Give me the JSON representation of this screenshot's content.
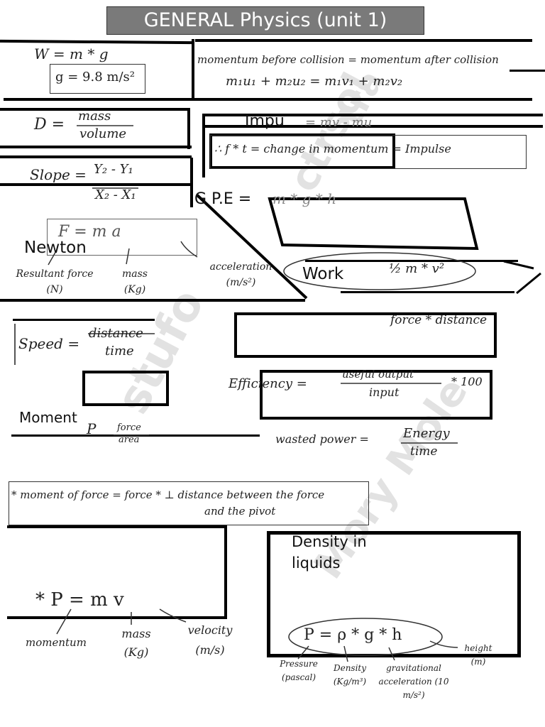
{
  "page": {
    "title": "GENERAL Physics (unit 1)"
  },
  "watermark": [
    "stufo",
    "ctrsol",
    "Mory Mole",
    "tra"
  ],
  "sections": {
    "weight": {
      "formula": "W = m * g",
      "g_value": "g = 9.8 m/s²"
    },
    "momentum_conservation": {
      "statement": "momentum before collision = momentum after collision",
      "formula": "m₁u₁ + m₂u₂ = m₁v₁ + m₂v₂"
    },
    "density": {
      "lhs": "D =",
      "numerator": "mass",
      "denominator": "volume"
    },
    "impulse": {
      "heading": "Impu",
      "formula": "= mv - mu",
      "statement": "∴ f * t = change in momentum = Impulse"
    },
    "slope": {
      "lhs": "Slope =",
      "numerator": "Y₂ - Y₁",
      "denominator": "X₂ - X₁"
    },
    "gpe": {
      "heading": "G P.E =",
      "formula": "m * g * h"
    },
    "newton": {
      "heading": "Newton",
      "formula": "F = m a",
      "labels": [
        "Resultant force (N)",
        "mass (Kg)",
        "acceleration (m/s²)"
      ]
    },
    "work": {
      "heading": "Work",
      "ke_formula": "½ m * v²",
      "work_formula": "force * distance"
    },
    "speed": {
      "lhs": "Speed =",
      "numerator": "distance",
      "denominator": "time"
    },
    "efficiency": {
      "lhs": "Efficiency =",
      "numerator": "useful output",
      "denominator": "input",
      "suffix": "* 100"
    },
    "moment": {
      "heading": "Moment",
      "pressure_lhs": "P",
      "pressure_num": "force",
      "pressure_den": "area"
    },
    "power": {
      "lhs": "wasted power =",
      "numerator": "Energy",
      "denominator": "time"
    },
    "moment_of_force": {
      "line1": "* moment of force = force * ⊥ distance between the force",
      "line2": "and the pivot"
    },
    "momentum_def": {
      "formula": "* P = m v",
      "labels": [
        "momentum",
        "mass (Kg)",
        "velocity (m/s)"
      ]
    },
    "pressure_liquids": {
      "heading": "Density in liquids",
      "formula": "P = ρ * g * h",
      "labels": [
        "Pressure (pascal)",
        "Density (Kg/m³)",
        "gravitational acceleration (10 m/s²)",
        "height (m)"
      ]
    }
  }
}
